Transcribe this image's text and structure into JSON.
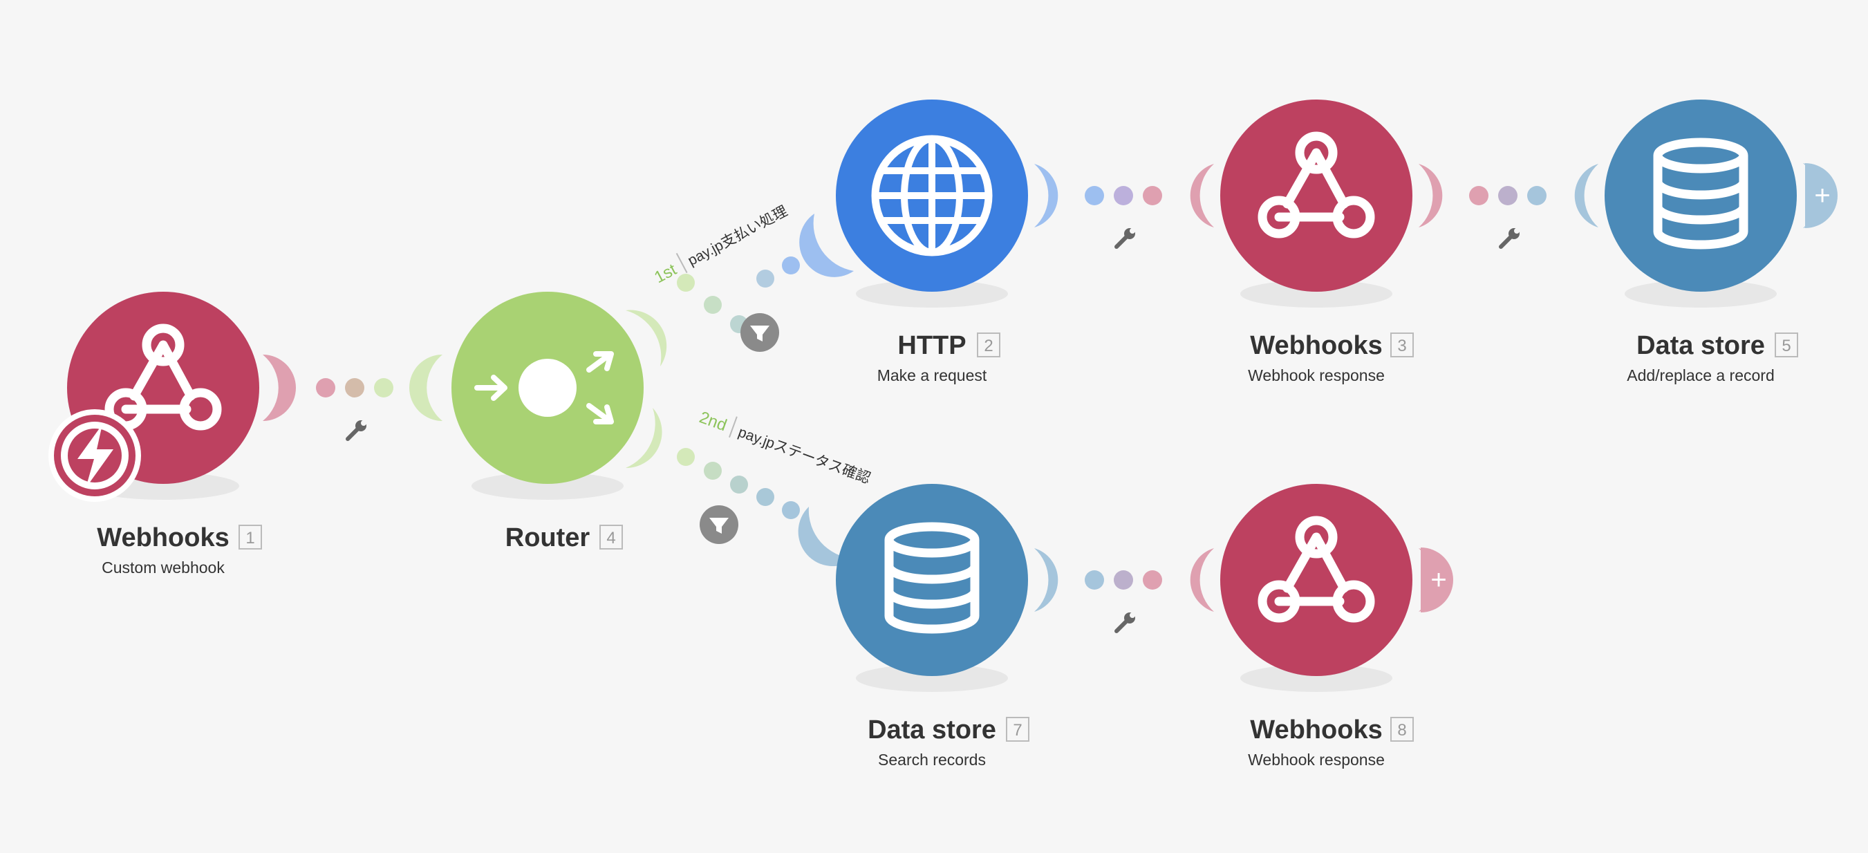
{
  "colors": {
    "background": "#f6f6f6",
    "webhooks": "#bd4160",
    "webhooks_light": "#dfa0b0",
    "router": "#a9d273",
    "router_light": "#d4e9b9",
    "http": "#3c7fe0",
    "http_light": "#9dbff0",
    "datastore": "#4b8ab8",
    "datastore_light": "#a5c5dc",
    "trigger": "#bd4160",
    "filter_icon": "#8a8a8a",
    "tool_icon": "#666666"
  },
  "modules": [
    {
      "key": "m1",
      "title": "Webhooks",
      "id": "1",
      "subtitle": "Custom webhook",
      "icon": "webhook-icon",
      "kind": "webhooks",
      "trigger": true
    },
    {
      "key": "m4",
      "title": "Router",
      "id": "4",
      "subtitle": "",
      "icon": "router-icon",
      "kind": "router"
    },
    {
      "key": "m2",
      "title": "HTTP",
      "id": "2",
      "subtitle": "Make a request",
      "icon": "globe-icon",
      "kind": "http"
    },
    {
      "key": "m3",
      "title": "Webhooks",
      "id": "3",
      "subtitle": "Webhook response",
      "icon": "webhook-icon",
      "kind": "webhooks"
    },
    {
      "key": "m5",
      "title": "Data store",
      "id": "5",
      "subtitle": "Add/replace a record",
      "icon": "database-icon",
      "kind": "datastore"
    },
    {
      "key": "m7",
      "title": "Data store",
      "id": "7",
      "subtitle": "Search records",
      "icon": "database-icon",
      "kind": "datastore"
    },
    {
      "key": "m8",
      "title": "Webhooks",
      "id": "8",
      "subtitle": "Webhook response",
      "icon": "webhook-icon",
      "kind": "webhooks"
    }
  ],
  "routes": [
    {
      "order": "1st",
      "label": "pay.jp支払い処理"
    },
    {
      "order": "2nd",
      "label": "pay.jpステータス確認"
    }
  ],
  "icons": {
    "add": "+",
    "filter": "filter-icon",
    "settings": "wrench-icon",
    "trigger": "lightning-icon"
  }
}
